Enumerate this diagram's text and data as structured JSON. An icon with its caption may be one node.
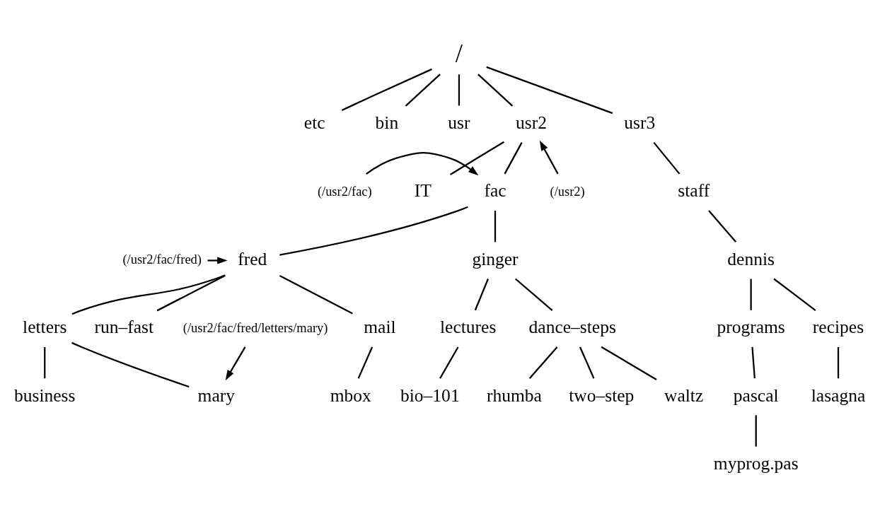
{
  "diagram": {
    "nodes": [
      {
        "text": [
          "/"
        ]
      },
      {
        "text": [
          "etc"
        ]
      },
      {
        "text": [
          "bin"
        ]
      },
      {
        "text": [
          "usr"
        ]
      },
      {
        "text": [
          "usr2"
        ]
      },
      {
        "text": [
          "usr3"
        ]
      },
      {
        "text": [
          "(/usr2/fac)"
        ]
      },
      {
        "text": [
          "fac"
        ]
      },
      {
        "text": [
          "IT"
        ]
      },
      {
        "text": [
          "(/usr2)"
        ]
      },
      {
        "text": [
          "staff"
        ]
      },
      {
        "text": [
          "fred"
        ]
      },
      {
        "text": [
          "(/usr2/fac/fred)"
        ]
      },
      {
        "text": [
          "ginger"
        ]
      },
      {
        "text": [
          "dennis"
        ]
      },
      {
        "text": [
          "run–fast"
        ]
      },
      {
        "text": [
          "mail"
        ]
      },
      {
        "text": [
          "letters"
        ]
      },
      {
        "text": [
          "lectures"
        ]
      },
      {
        "text": [
          "dance–steps"
        ]
      },
      {
        "text": [
          "programs"
        ]
      },
      {
        "text": [
          "recipes"
        ]
      },
      {
        "text": [
          "mbox"
        ]
      },
      {
        "text": [
          "mary"
        ]
      },
      {
        "text": [
          "business"
        ]
      },
      {
        "text": [
          "bio–101"
        ]
      },
      {
        "text": [
          "rhumba"
        ]
      },
      {
        "text": [
          "two–step"
        ]
      },
      {
        "text": [
          "waltz"
        ]
      },
      {
        "text": [
          "pascal"
        ]
      },
      {
        "text": [
          "lasagna"
        ]
      },
      {
        "text": [
          "(/usr2/fac/fred/letters/mary)"
        ]
      },
      {
        "text": [
          "myprog.pas"
        ]
      }
    ],
    "edges": [
      {
        "from": 0,
        "to": 1,
        "arrow": "none"
      },
      {
        "from": 0,
        "to": 2,
        "arrow": "none"
      },
      {
        "from": 0,
        "to": 3,
        "arrow": "none"
      },
      {
        "from": 0,
        "to": 4,
        "arrow": "none"
      },
      {
        "from": 0,
        "to": 5,
        "arrow": "none"
      },
      {
        "from": 6,
        "to": 7,
        "arrow": "to"
      },
      {
        "from": 4,
        "to": 7,
        "arrow": "none"
      },
      {
        "from": 4,
        "to": 8,
        "arrow": "none"
      },
      {
        "from": 9,
        "to": 4,
        "arrow": "to"
      },
      {
        "from": 5,
        "to": 10,
        "arrow": "none"
      },
      {
        "from": 7,
        "to": 11,
        "arrow": "none"
      },
      {
        "from": 12,
        "to": 11,
        "arrow": "to"
      },
      {
        "from": 7,
        "to": 13,
        "arrow": "none"
      },
      {
        "from": 10,
        "to": 14,
        "arrow": "none"
      },
      {
        "from": 11,
        "to": 15,
        "arrow": "none"
      },
      {
        "from": 11,
        "to": 16,
        "arrow": "none"
      },
      {
        "from": 11,
        "to": 17,
        "arrow": "none"
      },
      {
        "from": 13,
        "to": 18,
        "arrow": "none"
      },
      {
        "from": 13,
        "to": 19,
        "arrow": "none"
      },
      {
        "from": 14,
        "to": 20,
        "arrow": "none"
      },
      {
        "from": 14,
        "to": 21,
        "arrow": "none"
      },
      {
        "from": 16,
        "to": 22,
        "arrow": "none"
      },
      {
        "from": 17,
        "to": 23,
        "arrow": "none"
      },
      {
        "from": 17,
        "to": 24,
        "arrow": "none"
      },
      {
        "from": 18,
        "to": 25,
        "arrow": "none"
      },
      {
        "from": 19,
        "to": 26,
        "arrow": "none"
      },
      {
        "from": 19,
        "to": 27,
        "arrow": "none"
      },
      {
        "from": 19,
        "to": 28,
        "arrow": "none"
      },
      {
        "from": 20,
        "to": 29,
        "arrow": "none"
      },
      {
        "from": 21,
        "to": 30,
        "arrow": "none"
      },
      {
        "from": 31,
        "to": 23,
        "arrow": "to"
      },
      {
        "from": 29,
        "to": 32,
        "arrow": "none"
      }
    ]
  }
}
